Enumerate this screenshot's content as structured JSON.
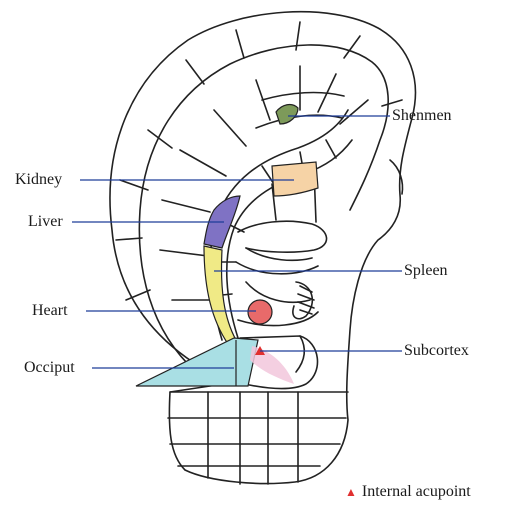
{
  "labels": {
    "shenmen": "Shenmen",
    "kidney": "Kidney",
    "liver": "Liver",
    "spleen": "Spleen",
    "heart": "Heart",
    "subcortex": "Subcortex",
    "occiput": "Occiput"
  },
  "legend": {
    "text": "Internal acupoint",
    "marker_color": "#e03030"
  },
  "colors": {
    "shenmen": "#7d9a5a",
    "kidney": "#f6d3a6",
    "liver": "#7f72c4",
    "spleen": "#f0ea86",
    "heart": "#e86a6a",
    "occiput": "#a9dfe4",
    "subcortex": "#f2c7dc",
    "leader_line": "#1f3d99",
    "outline": "#222222"
  }
}
